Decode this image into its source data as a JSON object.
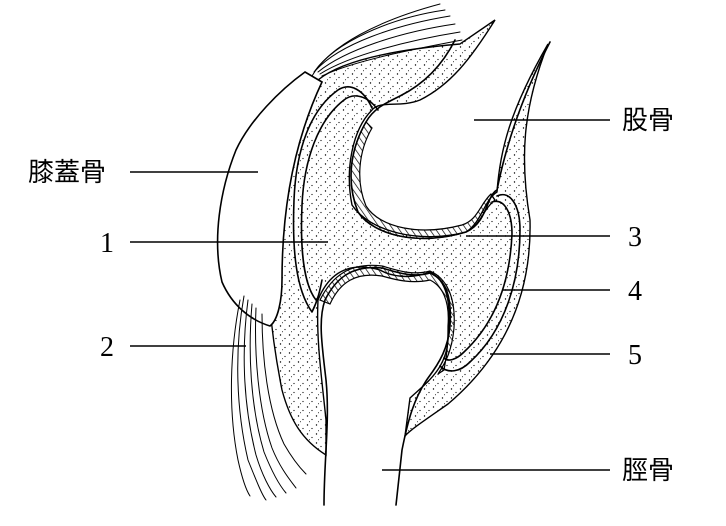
{
  "labels": {
    "patella": "膝蓋骨",
    "femur": "股骨",
    "tibia": "脛骨",
    "n1": "1",
    "n2": "2",
    "n3": "3",
    "n4": "4",
    "n5": "5"
  }
}
